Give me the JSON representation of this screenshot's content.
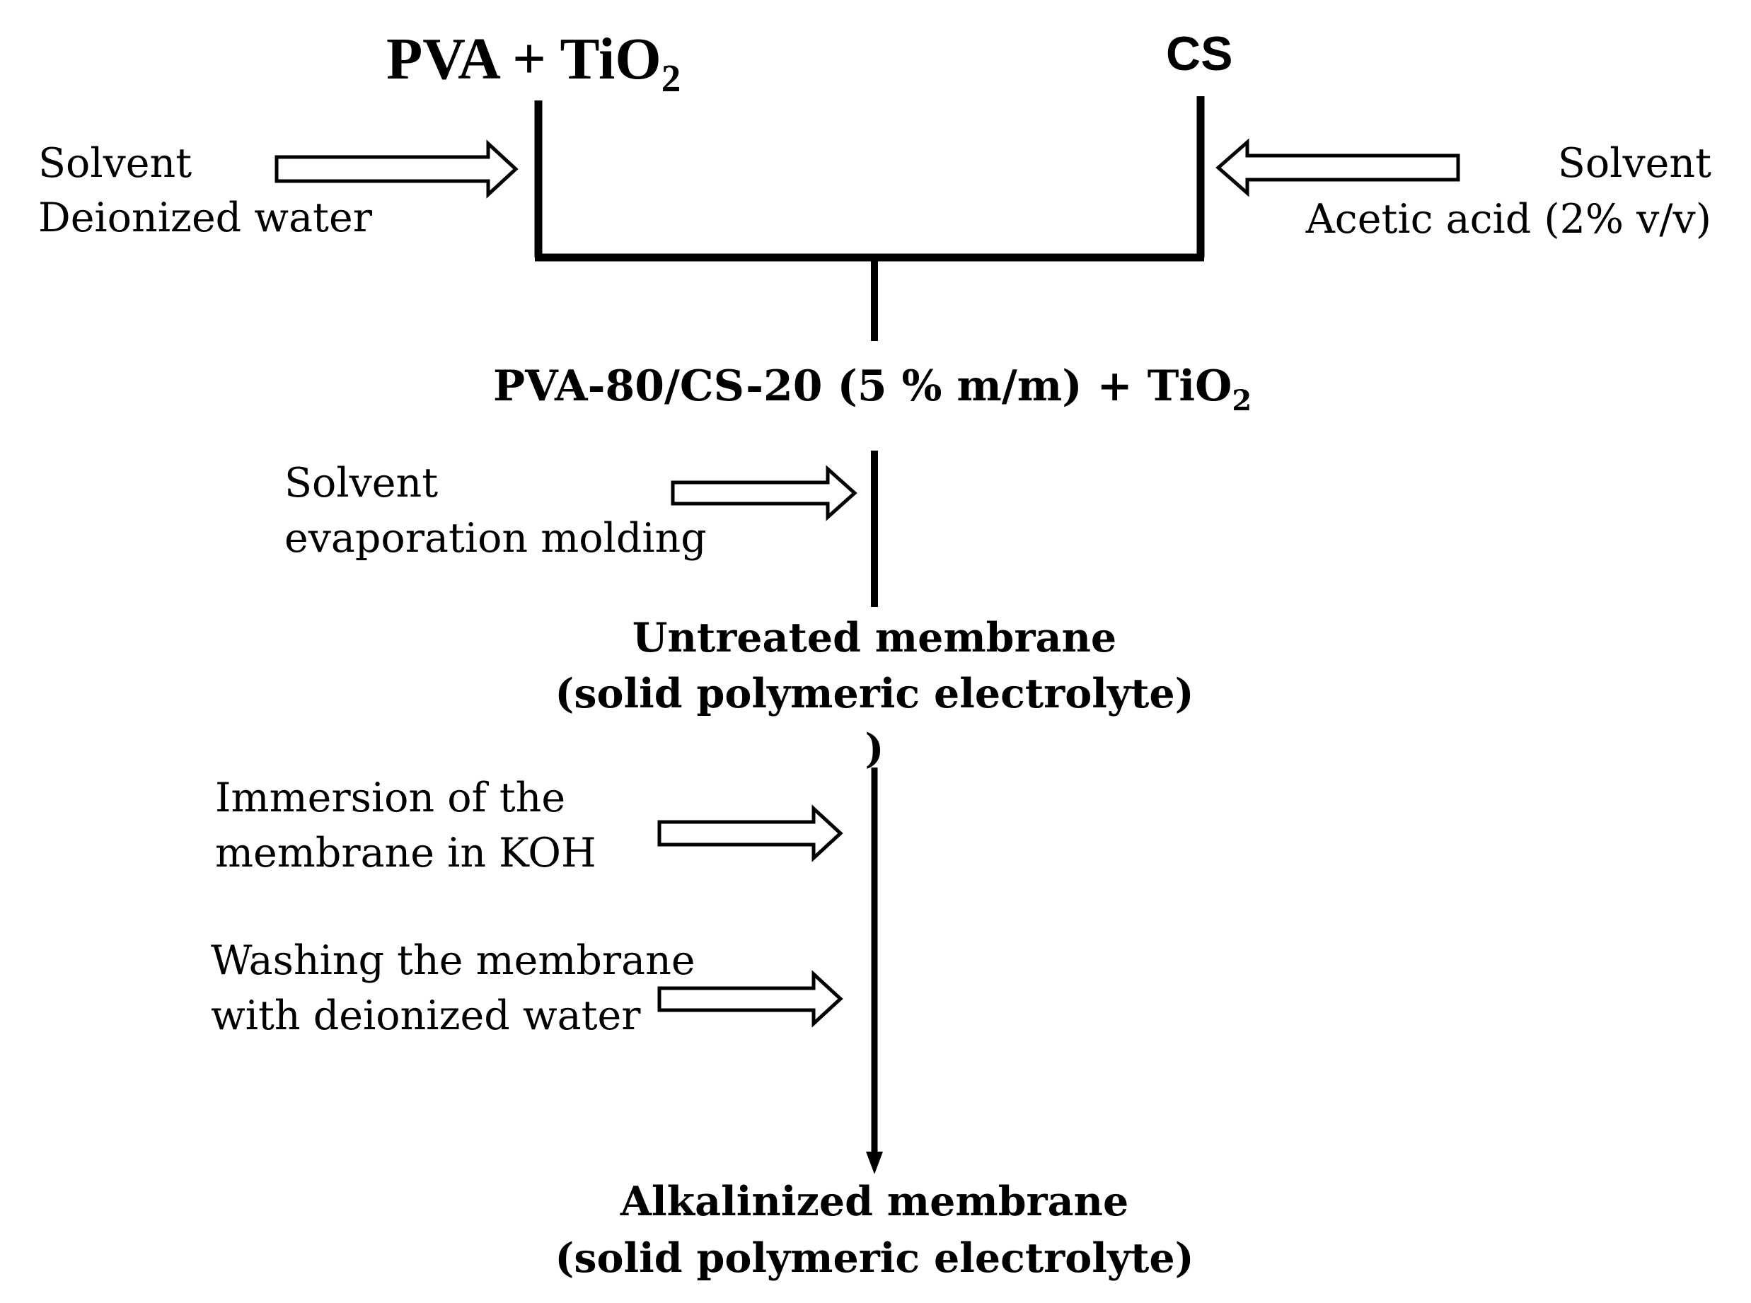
{
  "top_left": {
    "label": "PVA + TiO",
    "subscript": "2"
  },
  "top_right": {
    "label": "CS"
  },
  "left_solvent": {
    "line1": "Solvent",
    "line2": "Deionized water"
  },
  "right_solvent": {
    "line1": "Solvent",
    "line2": "Acetic acid (2% v/v)"
  },
  "mixture": {
    "label": "PVA-80/CS-20 (5 % m/m) + TiO",
    "subscript": "2"
  },
  "step_molding": {
    "line1": "Solvent",
    "line2": "evaporation molding"
  },
  "untreated": {
    "line1": "Untreated membrane",
    "line2": "(solid polymeric electrolyte)",
    "stray": ")"
  },
  "step_koh": {
    "line1": "Immersion of the",
    "line2": "membrane in KOH"
  },
  "step_wash": {
    "line1": "Washing the membrane",
    "line2": "with deionized water"
  },
  "alkalinized": {
    "line1": "Alkalinized membrane",
    "line2": "(solid polymeric electrolyte)"
  }
}
